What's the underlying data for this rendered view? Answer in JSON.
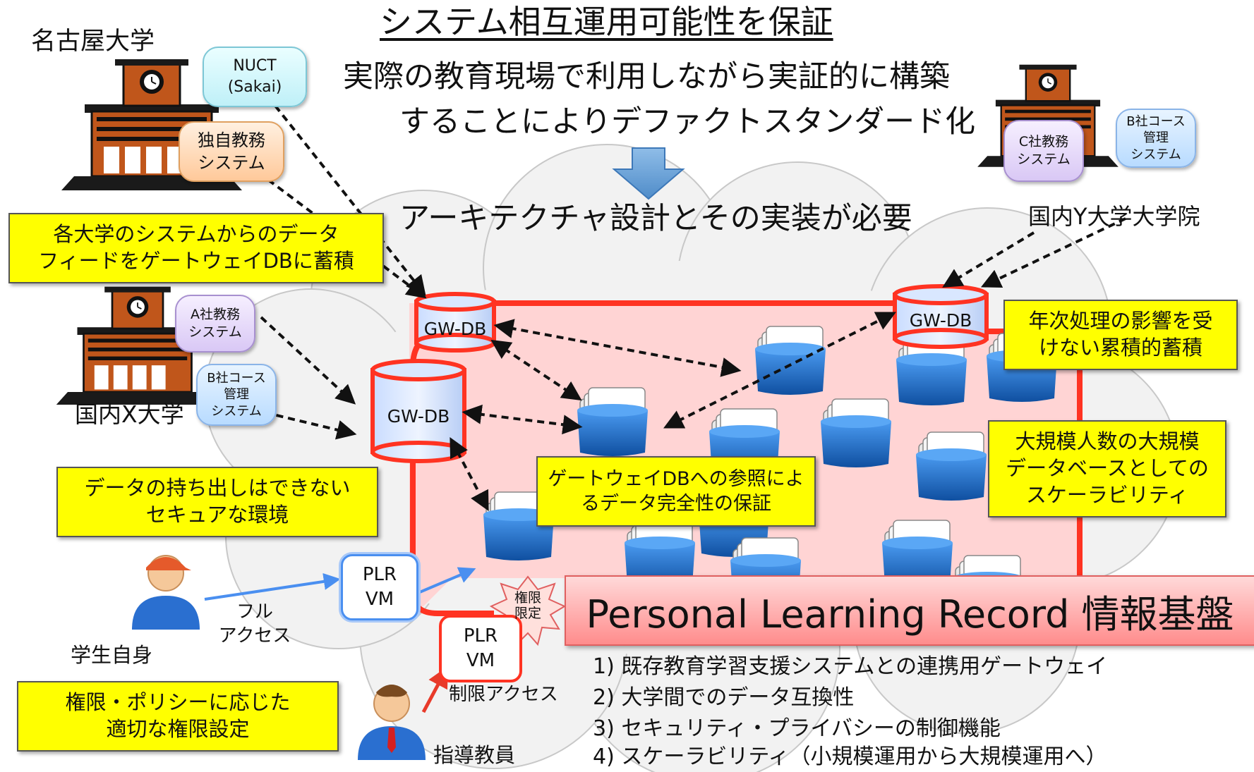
{
  "title": "システム相互運用可能性を保証",
  "subtitle_line1": "実際の教育現場で利用しながら実証的に構築",
  "subtitle_line2": "することによりデファクトスタンダード化",
  "architecture_heading": "アーキテクチャ設計とその実装が必要",
  "universities": {
    "nagoya": "名古屋大学",
    "univ_x": "国内X大学",
    "univ_y": "国内Y大学大学院"
  },
  "systems": {
    "nuct": "NUCT\n(Sakai)",
    "own_academic": "独自教務\nシステム",
    "a_academic": "A社教務\nシステム",
    "b_course_x": "B社コース\n管理\nシステム",
    "c_academic": "C社教務\nシステム",
    "b_course_y": "B社コース\n管理\nシステム"
  },
  "gw_db_label": "GW-DB",
  "callouts": {
    "data_feed": "各大学のシステムからのデータ\nフィードをゲートウェイDBに蓄積",
    "secure_env": "データの持ち出しはできない\nセキュアな環境",
    "permissions": "権限・ポリシーに応じた\n適切な権限設定",
    "annual": "年次処理の影響を受\nけない累積的蓄積",
    "scalability": "大規模人数の大規模\nデータベースとしての\nスケーラビリティ",
    "integrity": "ゲートウェイDBへの参照によ\nるデータ完全性の保証"
  },
  "plr_vm": "PLR\nVM",
  "limited_badge": "権限\n限定",
  "people": {
    "student": "学生自身",
    "advisor": "指導教員"
  },
  "access": {
    "full": "フル\nアクセス",
    "limited": "制限アクセス"
  },
  "plr_title": "Personal Learning Record 情報基盤",
  "features": [
    "1) 既存教育学習支援システムとの連携用ゲートウェイ",
    "2) 大学間でのデータ互換性",
    "3) セキュリティ・プライバシーの制御機能",
    "4) スケーラビリティ（小規模運用から大規模運用へ）"
  ],
  "colors": {
    "callout_fill": "#ffff00",
    "plr_region": "#ffd4d4",
    "plr_border": "#ff3322",
    "db_blue": "#1e6fc8",
    "access_blue": "#4a8ff0",
    "access_red": "#e83a2a",
    "arrow_down": "#5b9bd5"
  },
  "icons": [
    "building-icon",
    "database-folder-icon",
    "student-icon",
    "teacher-icon",
    "explosion-badge-icon",
    "down-arrow-icon"
  ]
}
